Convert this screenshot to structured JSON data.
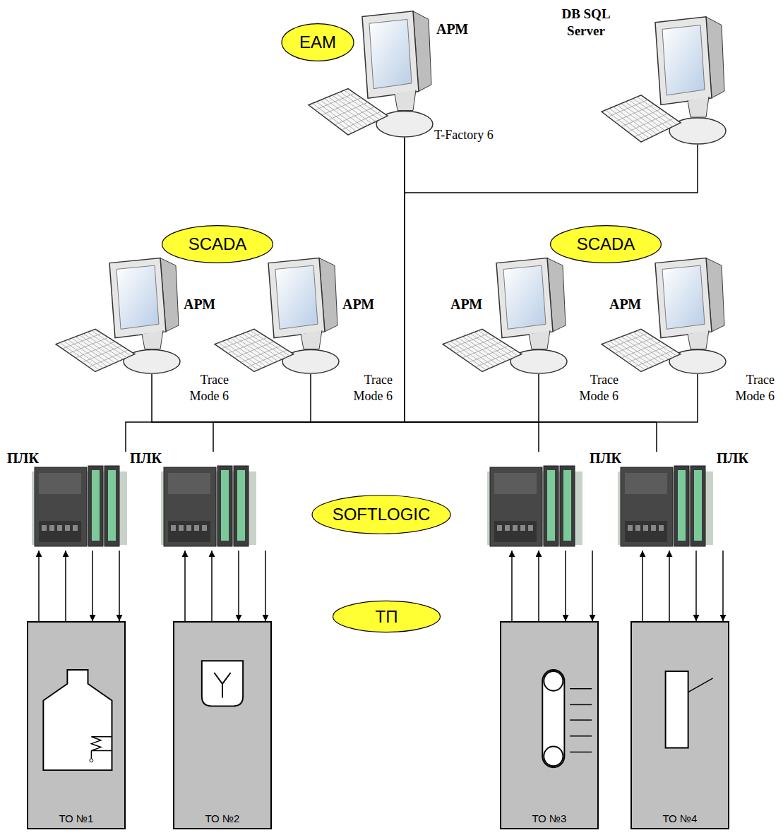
{
  "diagram": {
    "nodes": [
      {
        "text": [
          "EAM"
        ]
      },
      {
        "text": [
          "АРМ",
          "T-Factory 6"
        ]
      },
      {
        "text": [
          "DB SQL Server"
        ]
      },
      {
        "text": [
          "SCADA"
        ]
      },
      {
        "text": [
          "АРМ",
          "Trace Mode 6"
        ]
      },
      {
        "text": [
          "АРМ",
          "Trace Mode 6"
        ]
      },
      {
        "text": [
          "SCADA"
        ]
      },
      {
        "text": [
          "АРМ",
          "Trace Mode 6"
        ]
      },
      {
        "text": [
          "АРМ",
          "Trace Mode 6"
        ]
      },
      {
        "text": [
          "ПЛК"
        ]
      },
      {
        "text": [
          "ПЛК"
        ]
      },
      {
        "text": [
          "SOFTLOGIC"
        ]
      },
      {
        "text": [
          "ПЛК"
        ]
      },
      {
        "text": [
          "ПЛК"
        ]
      },
      {
        "text": [
          "ТО №1"
        ]
      },
      {
        "text": [
          "ТО №2"
        ]
      },
      {
        "text": [
          "ТП"
        ]
      },
      {
        "text": [
          "ТО №3"
        ]
      },
      {
        "text": [
          "ТО №4"
        ]
      }
    ],
    "edges": [
      {
        "from": 1,
        "to": 2,
        "arrow": "none"
      },
      {
        "from": 4,
        "to": 1,
        "arrow": "none"
      },
      {
        "from": 5,
        "to": 1,
        "arrow": "none"
      },
      {
        "from": 7,
        "to": 1,
        "arrow": "none"
      },
      {
        "from": 8,
        "to": 1,
        "arrow": "none"
      },
      {
        "from": 9,
        "to": 1,
        "arrow": "none"
      },
      {
        "from": 10,
        "to": 1,
        "arrow": "none"
      },
      {
        "from": 12,
        "to": 1,
        "arrow": "none"
      },
      {
        "from": 13,
        "to": 1,
        "arrow": "none"
      },
      {
        "from": 14,
        "to": 9,
        "arrow": "to"
      },
      {
        "from": 14,
        "to": 9,
        "arrow": "to"
      },
      {
        "from": 9,
        "to": 14,
        "arrow": "to"
      },
      {
        "from": 9,
        "to": 14,
        "arrow": "to"
      },
      {
        "from": 15,
        "to": 10,
        "arrow": "to"
      },
      {
        "from": 15,
        "to": 10,
        "arrow": "to"
      },
      {
        "from": 10,
        "to": 15,
        "arrow": "to"
      },
      {
        "from": 10,
        "to": 15,
        "arrow": "to"
      },
      {
        "from": 17,
        "to": 12,
        "arrow": "to"
      },
      {
        "from": 17,
        "to": 12,
        "arrow": "to"
      },
      {
        "from": 12,
        "to": 17,
        "arrow": "to"
      },
      {
        "from": 12,
        "to": 17,
        "arrow": "to"
      },
      {
        "from": 18,
        "to": 13,
        "arrow": "to"
      },
      {
        "from": 18,
        "to": 13,
        "arrow": "to"
      },
      {
        "from": 13,
        "to": 18,
        "arrow": "to"
      },
      {
        "from": 13,
        "to": 18,
        "arrow": "to"
      }
    ]
  }
}
